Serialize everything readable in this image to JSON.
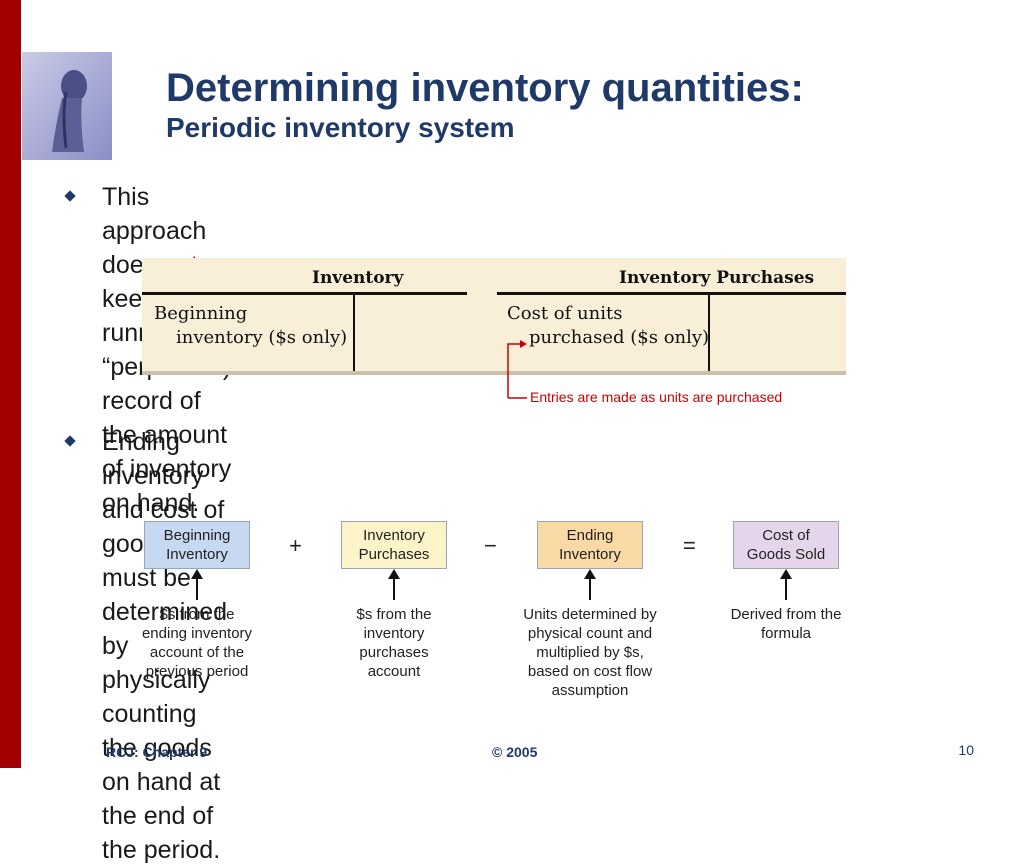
{
  "colors": {
    "accent_bar": "#a00000",
    "title": "#1f3a68",
    "emphasis": "#cc0000"
  },
  "header": {
    "logo_icon": "keyhole-figure-icon",
    "title": "Determining inventory quantities:",
    "subtitle": "Periodic inventory system"
  },
  "bullets": [
    {
      "before": "This approach does ",
      "emphasis": "not",
      "after": " keep a running (or “perpetual”) record of",
      "line2": "the amount of inventory on hand."
    },
    {
      "line1": "Ending inventory and cost of goods sold must be determined by",
      "line2": "physically counting the goods on hand at the end of the period."
    }
  ],
  "t_accounts": [
    {
      "caption": "Inventory",
      "line1": "Beginning",
      "line2": "inventory ($s only)"
    },
    {
      "caption": "Inventory Purchases",
      "line1": "Cost of units",
      "line2": "purchased ($s only)"
    }
  ],
  "note": "Entries are made as units are purchased",
  "formula": {
    "terms": [
      {
        "line1": "Beginning",
        "line2": "Inventory",
        "fill": "#c6d9f1",
        "desc": [
          "$s from the",
          "ending inventory",
          "account of the",
          "previous period"
        ]
      },
      {
        "line1": "Inventory",
        "line2": "Purchases",
        "fill": "#fdf3c8",
        "desc": [
          "$s from the",
          "inventory",
          "purchases",
          "account"
        ]
      },
      {
        "line1": "Ending",
        "line2": "Inventory",
        "fill": "#f9d9a6",
        "desc": [
          "Units determined by",
          "physical count and",
          "multiplied by $s,",
          "based on cost flow",
          "assumption"
        ]
      },
      {
        "line1": "Cost of",
        "line2": "Goods Sold",
        "fill": "#e4d5ea",
        "desc": [
          "Derived from the",
          "formula"
        ]
      }
    ],
    "operators": [
      "+",
      "−",
      "="
    ]
  },
  "footer": {
    "left": "RCJ: Chapter 9",
    "center": "© 2005",
    "page": "10"
  }
}
